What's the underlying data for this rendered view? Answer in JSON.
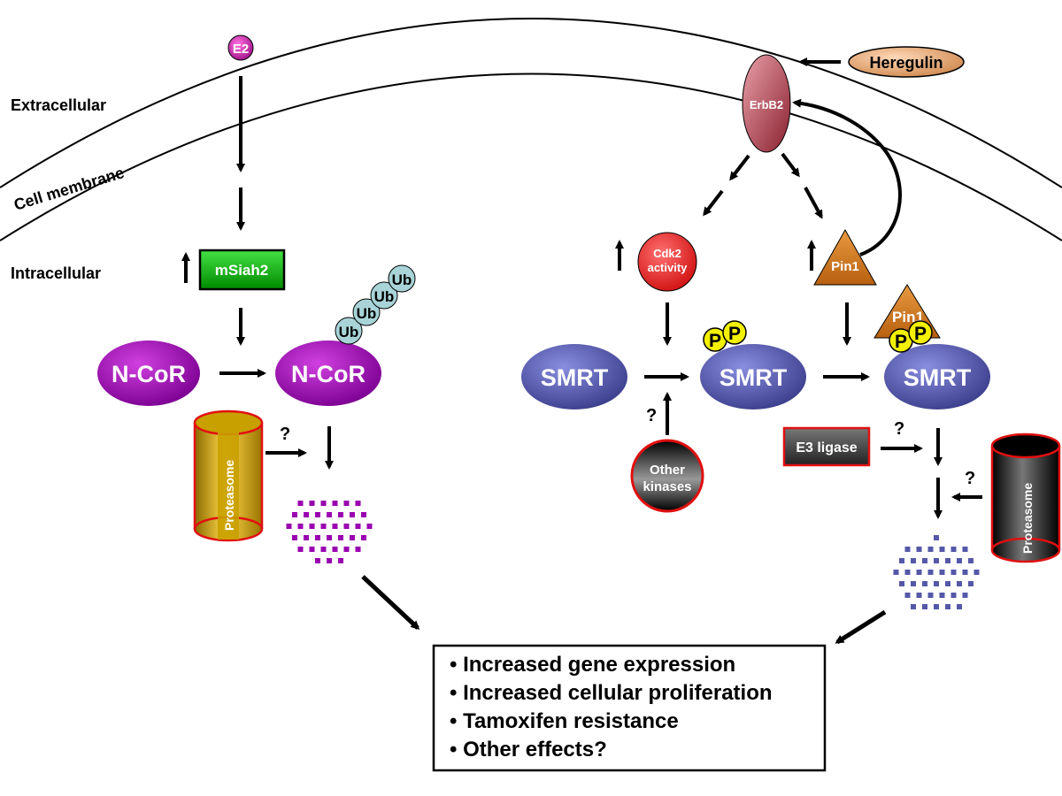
{
  "regions": {
    "extracellular": "Extracellular",
    "cell_membrane": "Cell membrane",
    "intracellular": "Intracellular"
  },
  "left_pathway": {
    "e2": "E2",
    "msiah2": "mSiah2",
    "ncor_before": "N-CoR",
    "ncor_after": "N-CoR",
    "ub": [
      "Ub",
      "Ub",
      "Ub",
      "Ub"
    ],
    "proteasome": "Proteasome",
    "unknown_mark": "?"
  },
  "right_pathway": {
    "heregulin": "Heregulin",
    "erbb2": "ErbB2",
    "cdk2_line1": "Cdk2",
    "cdk2_line2": "activity",
    "pin1_upper": "Pin1",
    "pin1_bound": "Pin1",
    "smrt_1": "SMRT",
    "smrt_2": "SMRT",
    "smrt_3": "SMRT",
    "phospho": [
      "P",
      "P",
      "P",
      "P"
    ],
    "other_kinases_line1": "Other",
    "other_kinases_line2": "kinases",
    "e3_ligase": "E3 ligase",
    "proteasome": "Proteasome",
    "unknown_mark": "?"
  },
  "outcomes": [
    "• Increased gene expression",
    "• Increased cellular proliferation",
    "• Tamoxifen resistance",
    "• Other effects?"
  ],
  "colors": {
    "ncor": "#9a00b0",
    "smrt": "#5558a8",
    "msiah2": "#11b011",
    "cdk2": "#e02a2a",
    "pin1": "#d8842a",
    "erbb2": "#c05058",
    "heregulin": "#e9b58a",
    "ub": "#a8d4d8",
    "phospho": "#f3f000",
    "proteasome_left": "#e0b000",
    "proteasome_right": "#222222",
    "outline_red": "#e01010"
  }
}
